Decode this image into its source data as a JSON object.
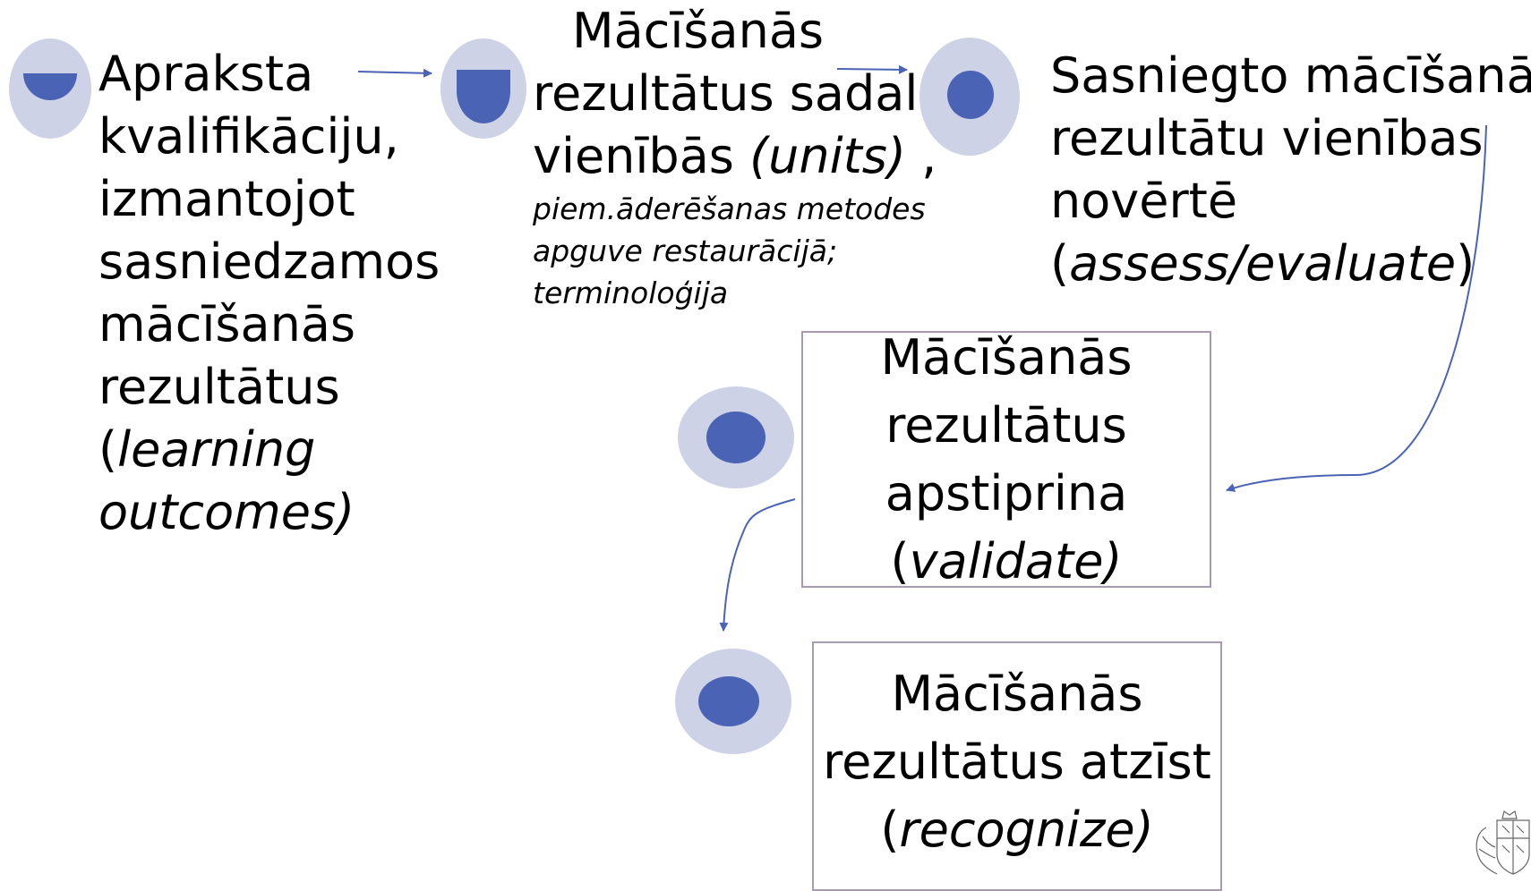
{
  "colors": {
    "bullet_outer": "#cdd2e6",
    "bullet_inner": "#4a63b4",
    "arrow": "#4a63b4",
    "box_border": "#a89bb0"
  },
  "step1": {
    "icon": "half-disc-bullet-icon",
    "lines": [
      "Apraksta",
      "kvalifikāciju,",
      "izmantojot",
      "sasniedzamos",
      "mācīšanās",
      "rezultātus"
    ],
    "paren_open": "(",
    "term_part1": "learning",
    "term_part2": "outcomes)"
  },
  "step2": {
    "icon": "bowl-bullet-icon",
    "line1": "Mācīšanās",
    "line2": "rezultātus sadala",
    "line3_prefix": "vienībās ",
    "term": "(units)",
    "line3_suffix": " ,",
    "note_lines": [
      "piem.āderēšanas metodes",
      "apguve restaurācijā;",
      "terminoloģija"
    ]
  },
  "step3": {
    "icon": "dot-bullet-icon",
    "lines": [
      "Sasniegto mācīšanās",
      "rezultātu vienības",
      "novērtē"
    ],
    "paren_open": "(",
    "term": "assess/evaluate",
    "paren_close": ")"
  },
  "step4": {
    "icon": "dot-bullet-icon",
    "lines": [
      "Mācīšanās",
      "rezultātus",
      "apstiprina"
    ],
    "paren_open": "(",
    "term": "validate)"
  },
  "step5": {
    "icon": "dot-bullet-icon",
    "lines": [
      "Mācīšanās",
      "rezultātus atzīst"
    ],
    "paren_open": "(",
    "term": "recognize)"
  },
  "logo": {
    "icon": "coat-of-arms-icon"
  }
}
